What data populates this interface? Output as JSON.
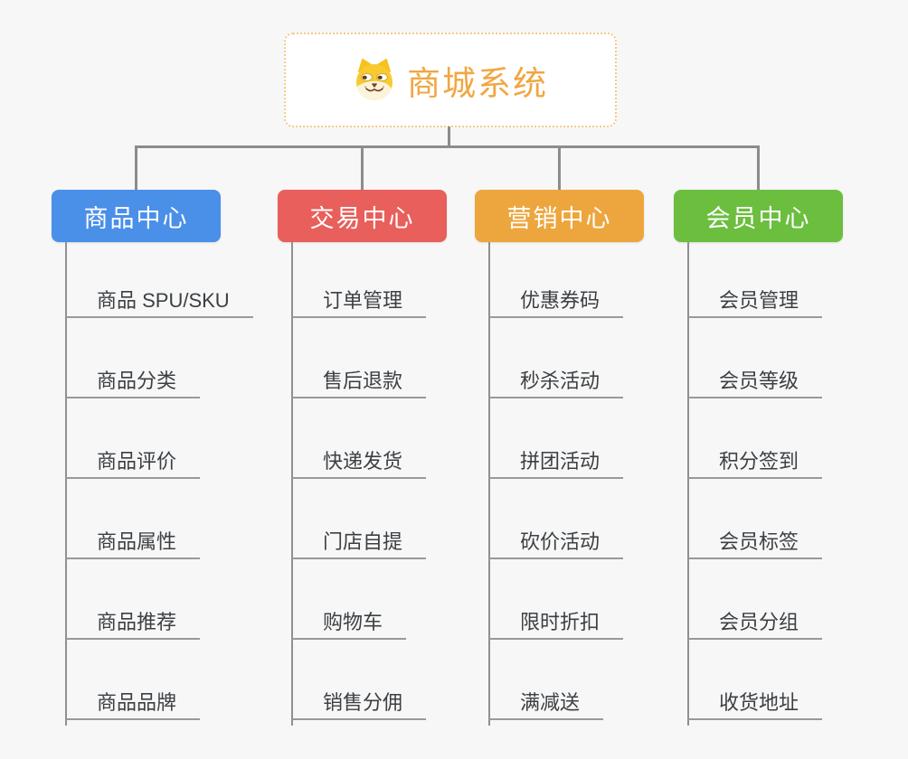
{
  "root": {
    "title": "商城系统",
    "icon": "doge-icon"
  },
  "branches": [
    {
      "label": "商品中心",
      "color": "#4a8fe8",
      "items": [
        "商品 SPU/SKU",
        "商品分类",
        "商品评价",
        "商品属性",
        "商品推荐",
        "商品品牌"
      ]
    },
    {
      "label": "交易中心",
      "color": "#e85f5b",
      "items": [
        "订单管理",
        "售后退款",
        "快递发货",
        "门店自提",
        "购物车",
        "销售分佣"
      ]
    },
    {
      "label": "营销中心",
      "color": "#eda63e",
      "items": [
        "优惠券码",
        "秒杀活动",
        "拼团活动",
        "砍价活动",
        "限时折扣",
        "满减送"
      ]
    },
    {
      "label": "会员中心",
      "color": "#6cbe3f",
      "items": [
        "会员管理",
        "会员等级",
        "积分签到",
        "会员标签",
        "会员分组",
        "收货地址"
      ]
    }
  ],
  "colors": {
    "background": "#f7f7f8",
    "connector": "#8c8c8c",
    "leaf_line": "#999999",
    "leaf_text": "#3c4043",
    "root_text": "#f0a742",
    "root_border": "#f2c988",
    "branch_text": "#ffffff"
  }
}
